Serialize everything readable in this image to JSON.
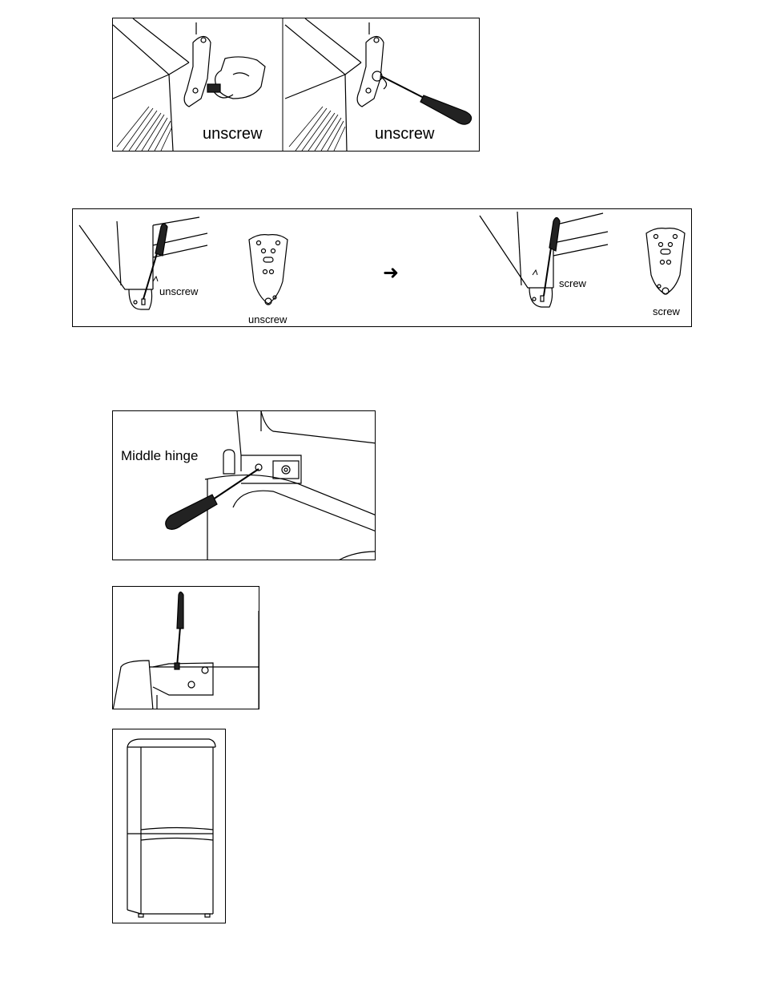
{
  "figures": {
    "fig1": {
      "left_label": "unscrew",
      "right_label": "unscrew"
    },
    "fig2": {
      "label_1": "unscrew",
      "label_2": "unscrew",
      "arrow": "➜",
      "label_3": "screw",
      "label_4": "screw"
    },
    "fig3": {
      "label": "Middle hinge"
    }
  },
  "icons": [
    "screwdriver-icon",
    "hinge-plate-icon",
    "arrow-right-icon",
    "fridge-icon"
  ]
}
